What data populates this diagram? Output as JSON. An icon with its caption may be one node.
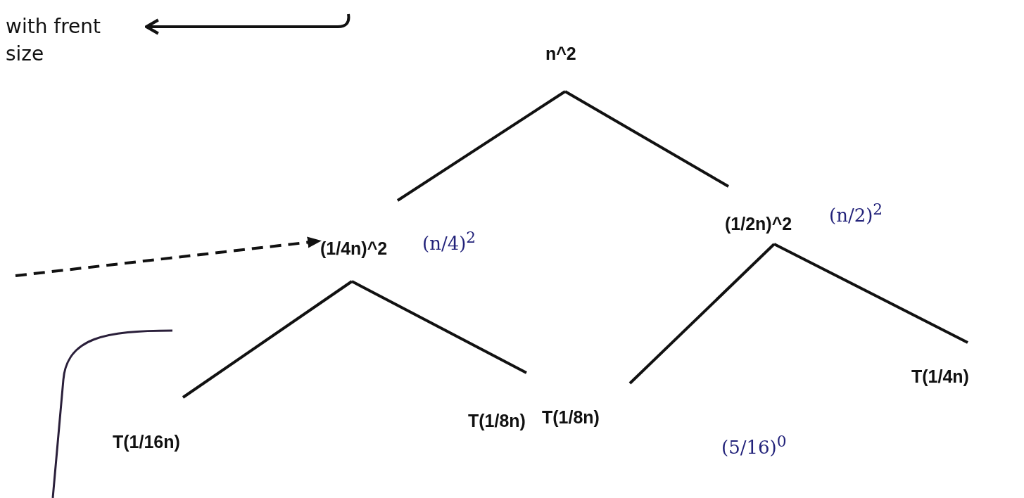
{
  "diagram": {
    "nodes": [
      {
        "text": [
          "n^2"
        ]
      },
      {
        "text": [
          "(1/4n)^2"
        ],
        "beside": [
          "(n/4)$^{2}$"
        ]
      },
      {
        "text": [
          "(1/2n)^2"
        ],
        "beside": [
          "(n/2)$^{2}$"
        ]
      },
      {
        "text": [
          "T(1/16n)"
        ]
      },
      {
        "text": [
          "T(1/8n)"
        ]
      },
      {
        "text": [
          "T(1/8n)"
        ]
      },
      {
        "text": [
          "T(1/4n)"
        ]
      },
      {
        "text": [
          "with frent size"
        ]
      }
    ],
    "edges": [
      {
        "from": 0,
        "to": 1,
        "arrow": "none"
      },
      {
        "from": 0,
        "to": 2,
        "arrow": "none"
      },
      {
        "from": 1,
        "to": 3,
        "arrow": "none"
      },
      {
        "from": 1,
        "to": 4,
        "arrow": "none"
      },
      {
        "from": 2,
        "to": 5,
        "arrow": "none"
      },
      {
        "from": 2,
        "to": 6,
        "arrow": "none"
      },
      {
        "from": null,
        "to": 1,
        "arrow": "to",
        "style": "dashed"
      },
      {
        "from": null,
        "to": 7,
        "arrow": "to"
      }
    ],
    "labels": [
      "(5/16)$^{0}$"
    ]
  }
}
